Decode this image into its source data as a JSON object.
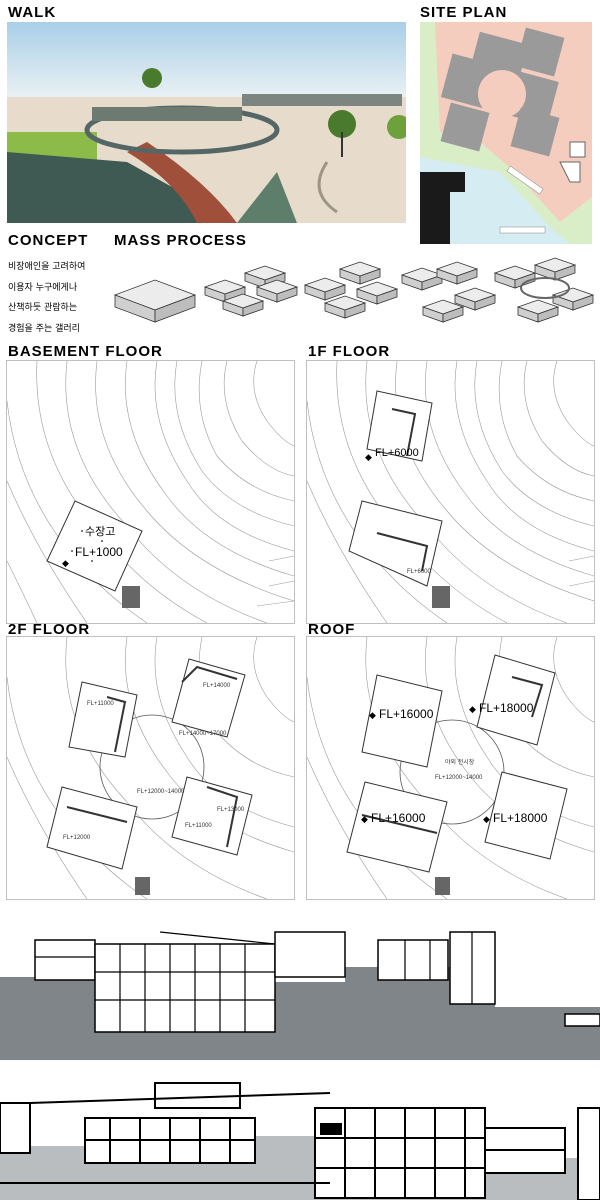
{
  "headings": {
    "walk": "WALK",
    "site_plan": "SITE PLAN",
    "concept": "CONCEPT",
    "mass_process": "MASS PROCESS",
    "basement": "BASEMENT FLOOR",
    "first": "1F FLOOR",
    "second": "2F FLOOR",
    "roof": "ROOF"
  },
  "concept_lines": [
    "비장애인을 고려하여",
    "이용자 누구에게나",
    "산책하듯 관람하는",
    "경험을 주는 갤러리"
  ],
  "basement": {
    "room": "수장고",
    "level": "FL+1000"
  },
  "first": {
    "level_a": "FL+6000",
    "level_b": "FL+6000"
  },
  "second": {
    "levels": [
      "FL+11000",
      "FL+14000",
      "FL+14000~17000",
      "FL+12000~14000",
      "FL+12000",
      "FL+11000",
      "FL+13000"
    ]
  },
  "roof": {
    "level_nw": "FL+16000",
    "level_ne": "FL+18000",
    "level_sw": "FL+16000",
    "level_se": "FL+18000",
    "center_a": "야외 전시장",
    "center_b": "FL+12000~14000"
  },
  "colors": {
    "site_pink": "#f4cdbf",
    "site_green": "#d9edc7",
    "site_blue": "#d6ecf3",
    "building_gray": "#9a9a9a",
    "section_dark": "#7f8589",
    "section_light": "#b9bdbf"
  }
}
